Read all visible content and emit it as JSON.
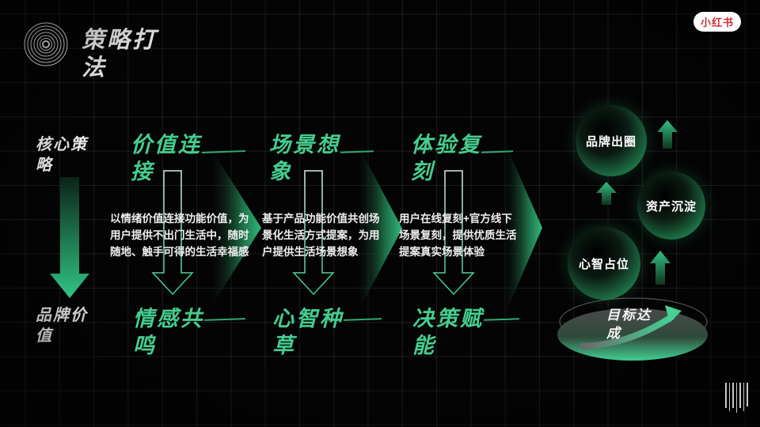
{
  "slide": {
    "title": "策略打\n法",
    "badge": "小红书",
    "axis": {
      "top": "核心策\n略",
      "bottom": "品牌价\n值"
    },
    "columns": [
      {
        "title": "价值连\n接",
        "description": "以情绪价值连接功能价值，为\n用户提供不出门生活中，随时\n随地、触手可得的生活幸福感",
        "result": "情感共\n鸣"
      },
      {
        "title": "场景想\n象",
        "description": "基于产品功能价值共创场\n景化生活方式提案，为用\n户提供生活场景想象",
        "result": "心智种\n草"
      },
      {
        "title": "体验复\n刻",
        "description": "用户在线复刻+官方线下\n场景复刻，提供优质生活\n提案真实场景体验",
        "result": "决策赋\n能"
      }
    ],
    "outcome": {
      "bubbles": [
        {
          "label": "品牌出圈"
        },
        {
          "label": "资产沉淀"
        },
        {
          "label": "心智占位"
        }
      ],
      "goal": "目标达\n成"
    },
    "icons": {
      "spiral": "concentric-circles",
      "barcode": "vertical-lines"
    },
    "colors": {
      "background": "#040404",
      "accent_green": "#2fbf7f",
      "title_green": "#45cd8f",
      "badge_text_red": "#cf2f36",
      "text_white": "#f0f0f0"
    }
  }
}
